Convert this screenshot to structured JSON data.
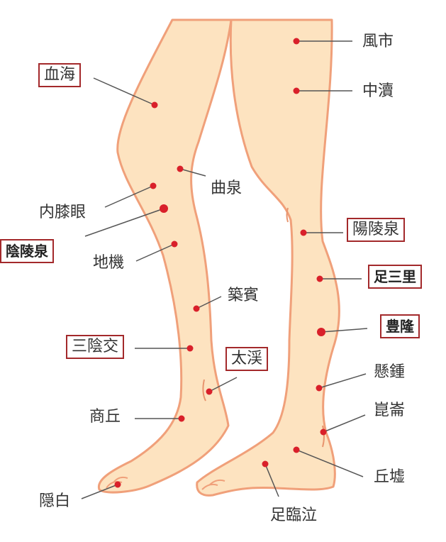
{
  "colors": {
    "skin": "#fde3c0",
    "outline": "#f0a07a",
    "point": "#d9202a",
    "box_border": "#a3292b",
    "leader": "#555555"
  },
  "labels": {
    "fuushi": "風市",
    "chuutoku": "中瀆",
    "kekkai": "血海",
    "kyokusen": "曲泉",
    "naishitsugan": "内膝眼",
    "inryousen": "陰陵泉",
    "chiki": "地機",
    "youryousen": "陽陵泉",
    "ashisanri": "足三里",
    "chikuhin": "築賓",
    "houryuu": "豊隆",
    "sanninkou": "三陰交",
    "taikei": "太渓",
    "kenshou": "懸鍾",
    "shoukyuu": "商丘",
    "konron": "崑崙",
    "kyuukyo": "丘墟",
    "inpaku": "隠白",
    "ashirinkyuu": "足臨泣"
  },
  "highlighted": [
    "kekkai",
    "inryousen",
    "youryousen",
    "ashisanri",
    "houryuu",
    "sanninkou",
    "taikei"
  ]
}
